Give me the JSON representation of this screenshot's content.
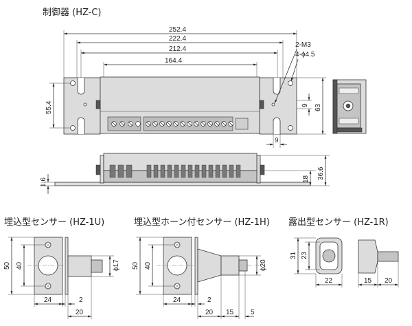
{
  "titles": {
    "controller": "制御器 (HZ-C)",
    "sensor_1u": "埋込型センサー (HZ-1U)",
    "sensor_1h": "埋込型ホーン付センサー (HZ-1H)",
    "sensor_1r": "露出型センサー (HZ-1R)"
  },
  "controller": {
    "dim_overall": "252.4",
    "dim_mount_holes": "222.4",
    "dim_slots": "212.4",
    "dim_body": "164.4",
    "note_screw": "2-M3",
    "note_holes": "4-ϕ4.5",
    "dim_height_holes": "55.4",
    "dim_slot_height": "9",
    "dim_total_height": "63",
    "dim_slot_width": "9",
    "dim_side_height": "36.6",
    "dim_base_height": "18",
    "dim_plate": "1.6"
  },
  "sensor_1u": {
    "dim_height": "50",
    "dim_hole_pitch": "40",
    "dim_width": "24",
    "dim_flange": "2",
    "dim_depth": "20",
    "dim_diameter": "ϕ17"
  },
  "sensor_1h": {
    "dim_height": "50",
    "dim_hole_pitch": "40",
    "dim_width": "24",
    "dim_flange": "2",
    "dim_horn": "20",
    "dim_body": "15",
    "dim_tail": "5",
    "dim_diameter": "ϕ20"
  },
  "sensor_1r": {
    "dim_height": "31",
    "dim_inner": "23",
    "dim_width": "22",
    "dim_body": "15",
    "dim_cable": "20"
  }
}
